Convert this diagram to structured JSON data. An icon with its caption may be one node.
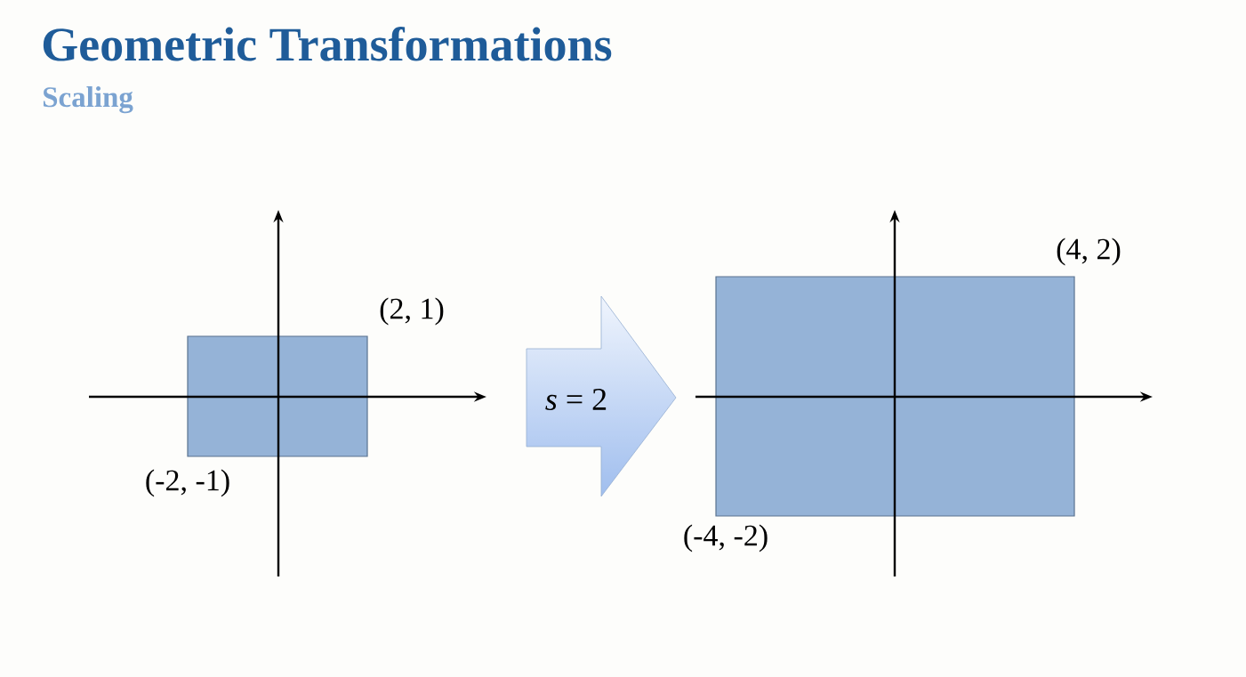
{
  "diagram": {
    "title": "Geometric Transformations",
    "nodes": [
      {
        "text": [],
        "shape": "box",
        "beside": [
          "(2, 1)",
          "(-2, -1)"
        ]
      },
      {
        "text": [
          "*s* = 2"
        ]
      },
      {
        "text": [],
        "shape": "box",
        "beside": [
          "(4, 2)",
          "(-4, -2)"
        ]
      }
    ],
    "labels": [
      "Scaling"
    ]
  }
}
